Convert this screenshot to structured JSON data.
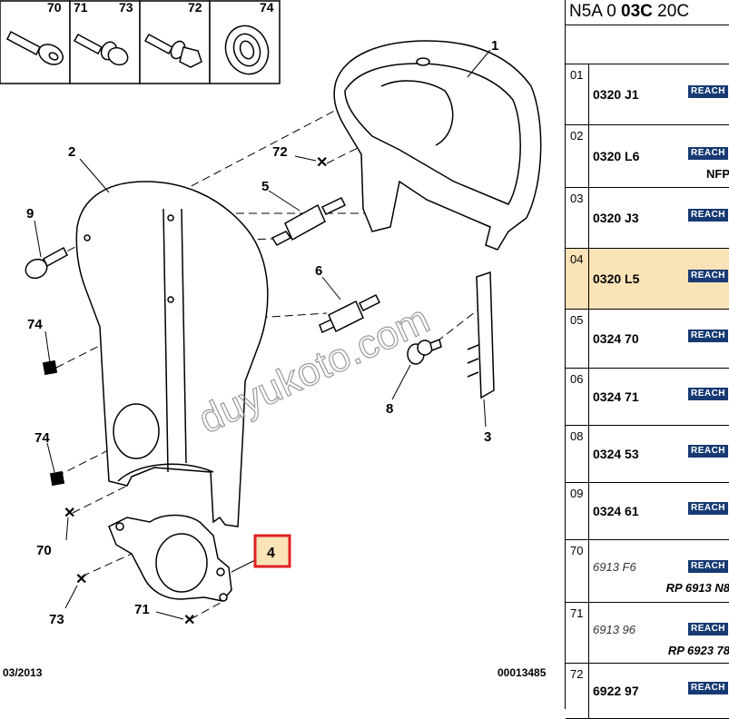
{
  "diagram": {
    "header_parts": [
      "70",
      "71",
      "73",
      "72",
      "74"
    ],
    "callouts": [
      "1",
      "2",
      "3",
      "4",
      "5",
      "6",
      "8",
      "9",
      "72",
      "74",
      "74",
      "70",
      "73",
      "71"
    ],
    "date_label": "03/2013",
    "doc_number": "00013485",
    "watermark": "duyukoto.com",
    "highlight_color": "#e02020",
    "highlight_fill": "#fbe3b8"
  },
  "panel": {
    "title_plain_1": "N5A 0 ",
    "title_bold": "03C",
    "title_plain_2": " 20C",
    "badge_label": "REACH",
    "badge_color": "#173a73",
    "rows": [
      {
        "idx": "01",
        "ref": "0320 J1",
        "note": "",
        "italic": false,
        "selected": false
      },
      {
        "idx": "02",
        "ref": "0320 L6",
        "note": "NFP",
        "italic": false,
        "selected": false
      },
      {
        "idx": "03",
        "ref": "0320 J3",
        "note": "",
        "italic": false,
        "selected": false
      },
      {
        "idx": "04",
        "ref": "0320 L5",
        "note": "",
        "italic": false,
        "selected": true
      },
      {
        "idx": "05",
        "ref": "0324 70",
        "note": "",
        "italic": false,
        "selected": false
      },
      {
        "idx": "06",
        "ref": "0324 71",
        "note": "",
        "italic": false,
        "selected": false
      },
      {
        "idx": "08",
        "ref": "0324 53",
        "note": "",
        "italic": false,
        "selected": false
      },
      {
        "idx": "09",
        "ref": "0324 61",
        "note": "",
        "italic": false,
        "selected": false
      },
      {
        "idx": "70",
        "ref": "6913 F6",
        "note": "RP 6913 N8",
        "italic": true,
        "selected": false
      },
      {
        "idx": "71",
        "ref": "6913 96",
        "note": "RP 6923 78",
        "italic": true,
        "selected": false
      },
      {
        "idx": "72",
        "ref": "6922 97",
        "note": "",
        "italic": false,
        "selected": false
      }
    ]
  }
}
